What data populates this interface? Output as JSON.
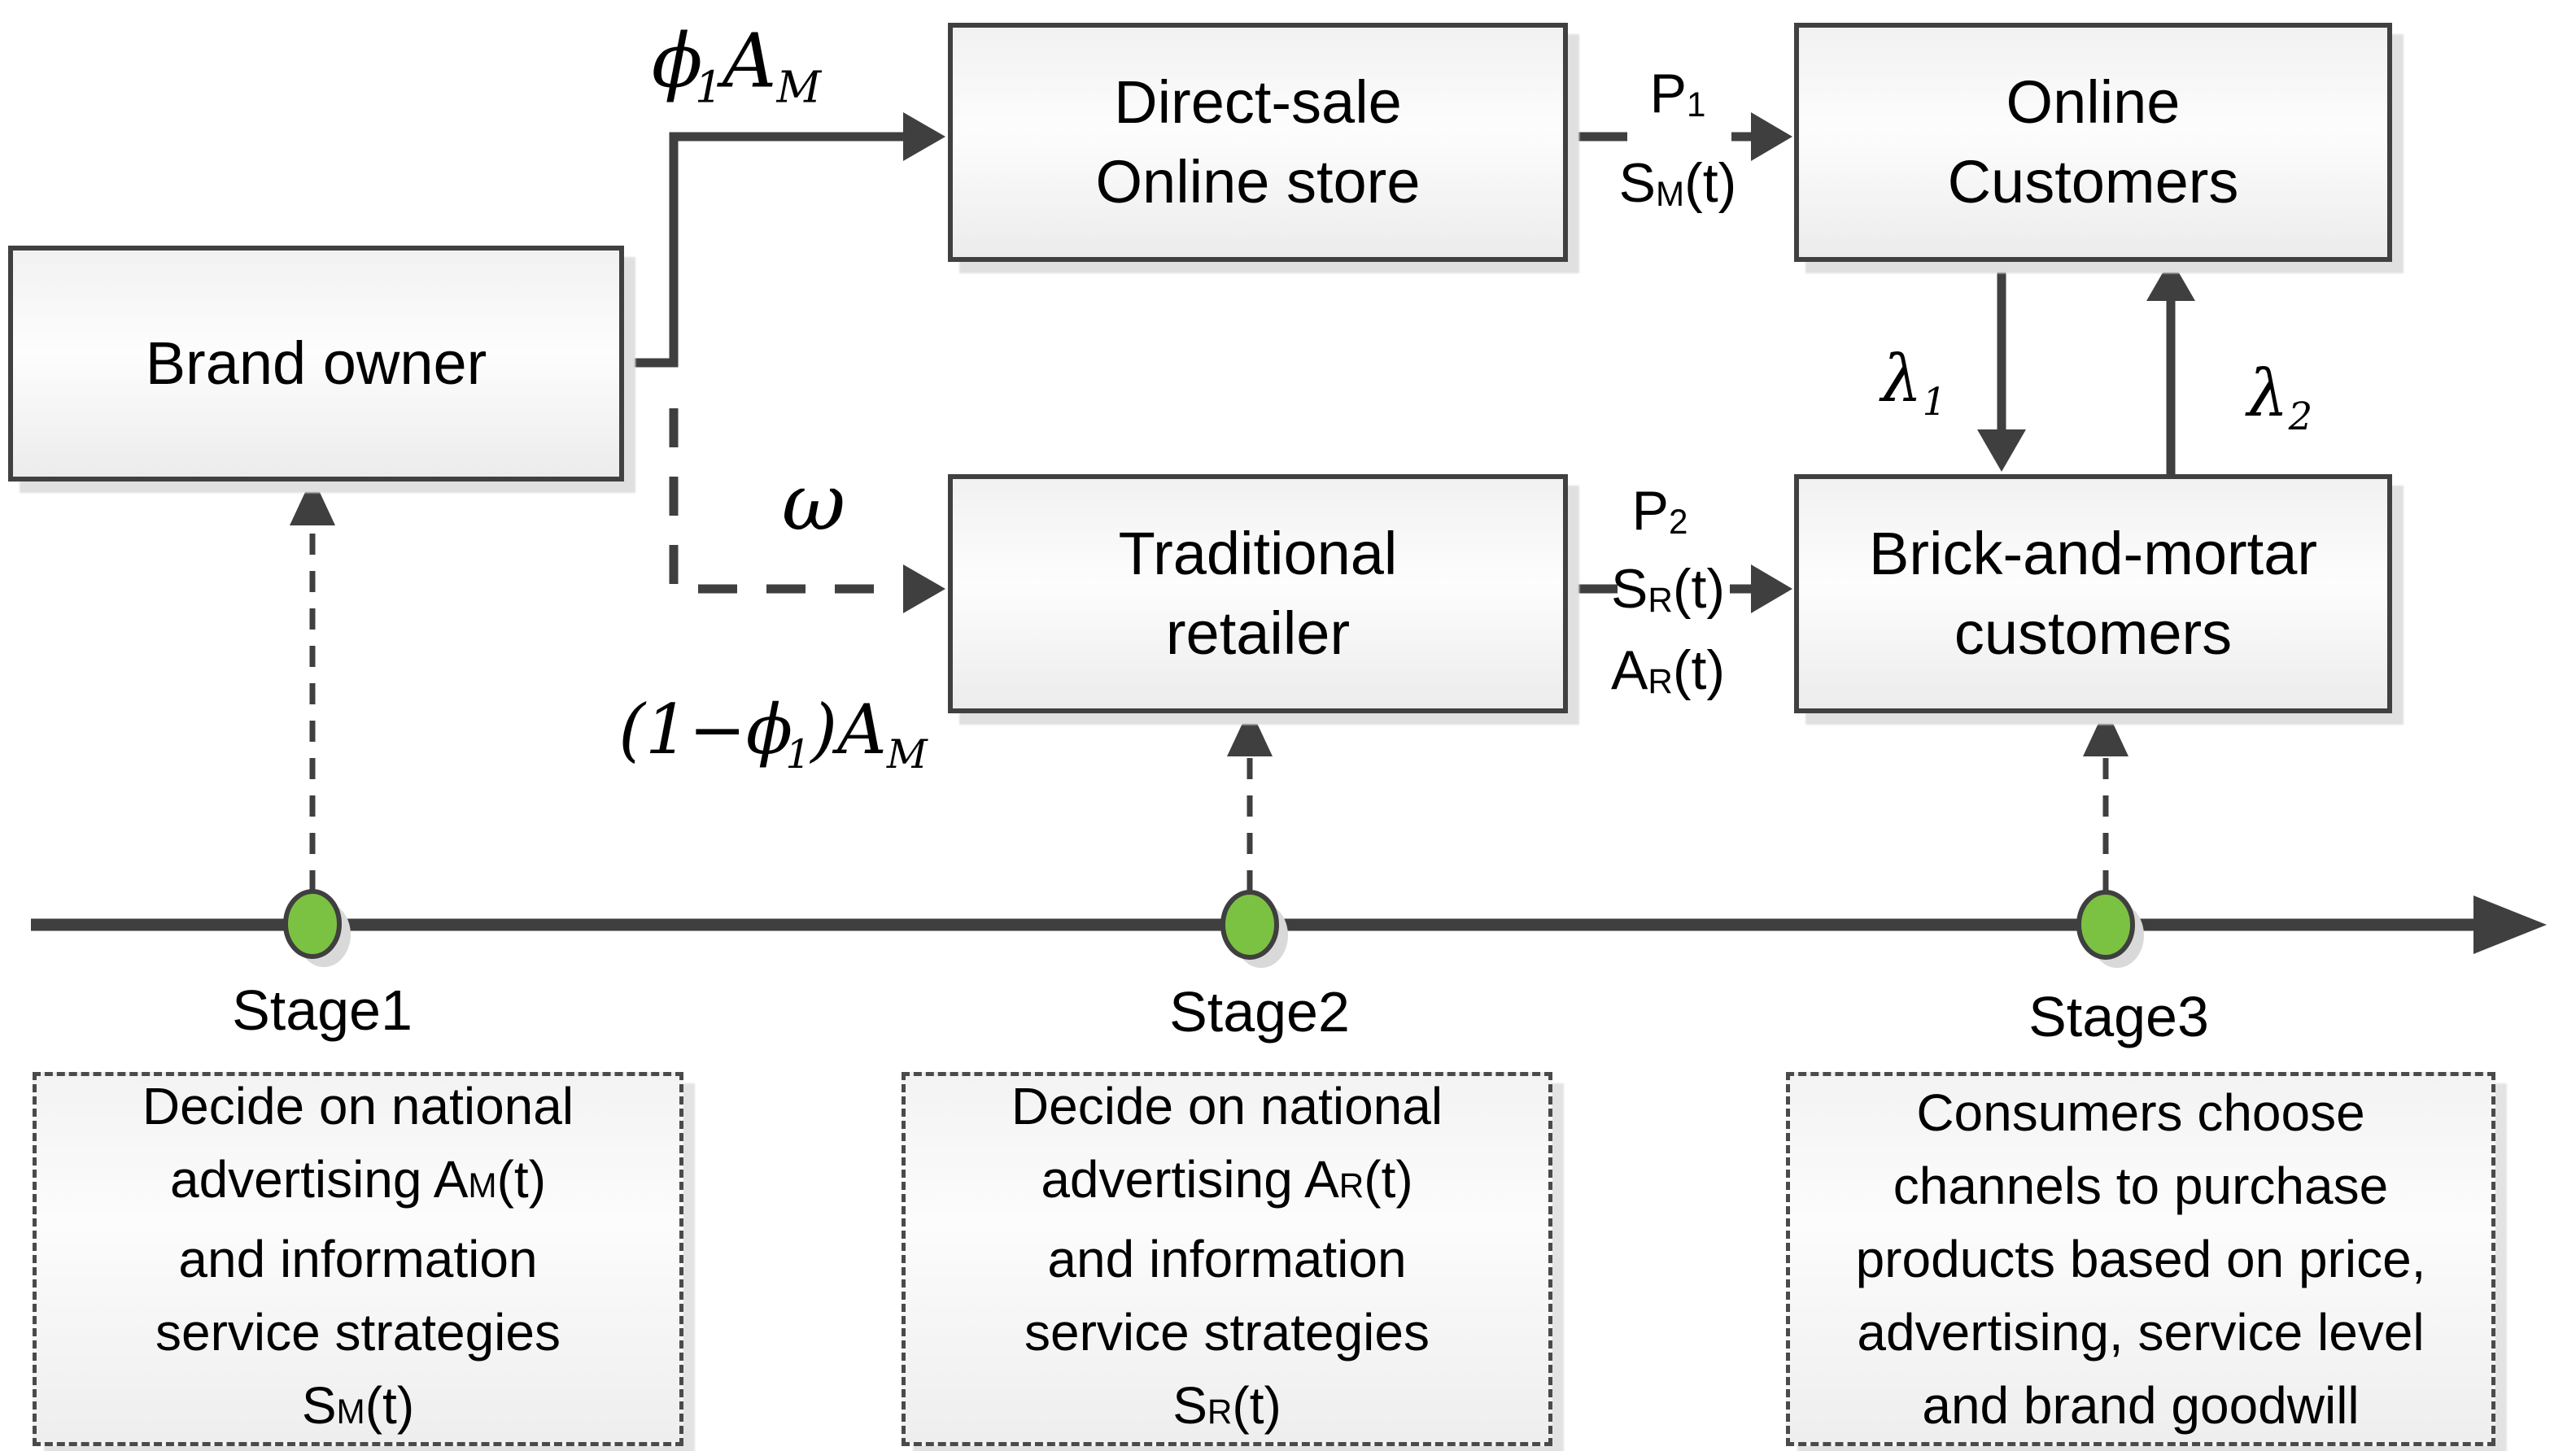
{
  "colors": {
    "line": "#3f3f3f",
    "box_border": "#404040",
    "box_fill_top": "#f1f1f1",
    "accent_green": "#7cc242",
    "shadow": "#e0e0e0"
  },
  "boxes": {
    "brand_owner": {
      "label": "Brand owner"
    },
    "direct_sale": {
      "line1": "Direct-sale",
      "line2": "Online store"
    },
    "online_customers": {
      "line1": "Online",
      "line2": "Customers"
    },
    "traditional_retailer": {
      "line1": "Traditional",
      "line2": "retailer"
    },
    "brick_and_mortar": {
      "line1": "Brick-and-mortar",
      "line2": "customers"
    }
  },
  "math_labels": {
    "phi1_am": {
      "phi": "ϕ",
      "sub1": "1",
      "a": "A",
      "subm": "M"
    },
    "omega": {
      "sym": "ω"
    },
    "one_minus_phi1_am": {
      "open": "(1−",
      "phi": "ϕ",
      "sub1": "1",
      "close": ")",
      "a": "A",
      "subm": "M"
    },
    "lambda1": {
      "sym": "λ",
      "sub": "1"
    },
    "lambda2": {
      "sym": "λ",
      "sub": "2"
    }
  },
  "flow_labels": {
    "p1": {
      "base": "P",
      "sub": "1"
    },
    "s_m": {
      "base": "S",
      "sub": "M",
      "rest": "(t)"
    },
    "p2": {
      "base": "P",
      "sub": "2"
    },
    "s_r": {
      "base": "S",
      "sub": "R",
      "rest": "(t)"
    },
    "a_r": {
      "base": "A",
      "sub": "R",
      "rest": "(t)"
    }
  },
  "timeline": {
    "stage1": "Stage1",
    "stage2": "Stage2",
    "stage3": "Stage3"
  },
  "descriptions": {
    "stage1": {
      "l1": "Decide on national",
      "l2a": "advertising A",
      "l2sub": "M",
      "l2b": "(t)",
      "l3": "and information",
      "l4": "service strategies",
      "l5a": "S",
      "l5sub": "M",
      "l5b": "(t)"
    },
    "stage2": {
      "l1": "Decide on national",
      "l2a": "advertising A",
      "l2sub": "R",
      "l2b": "(t)",
      "l3": "and information",
      "l4": "service strategies",
      "l5a": "S",
      "l5sub": "R",
      "l5b": "(t)"
    },
    "stage3": {
      "l1": "Consumers choose",
      "l2": "channels to purchase",
      "l3": "products based on price,",
      "l4": "advertising, service level",
      "l5": "and brand goodwill"
    }
  }
}
